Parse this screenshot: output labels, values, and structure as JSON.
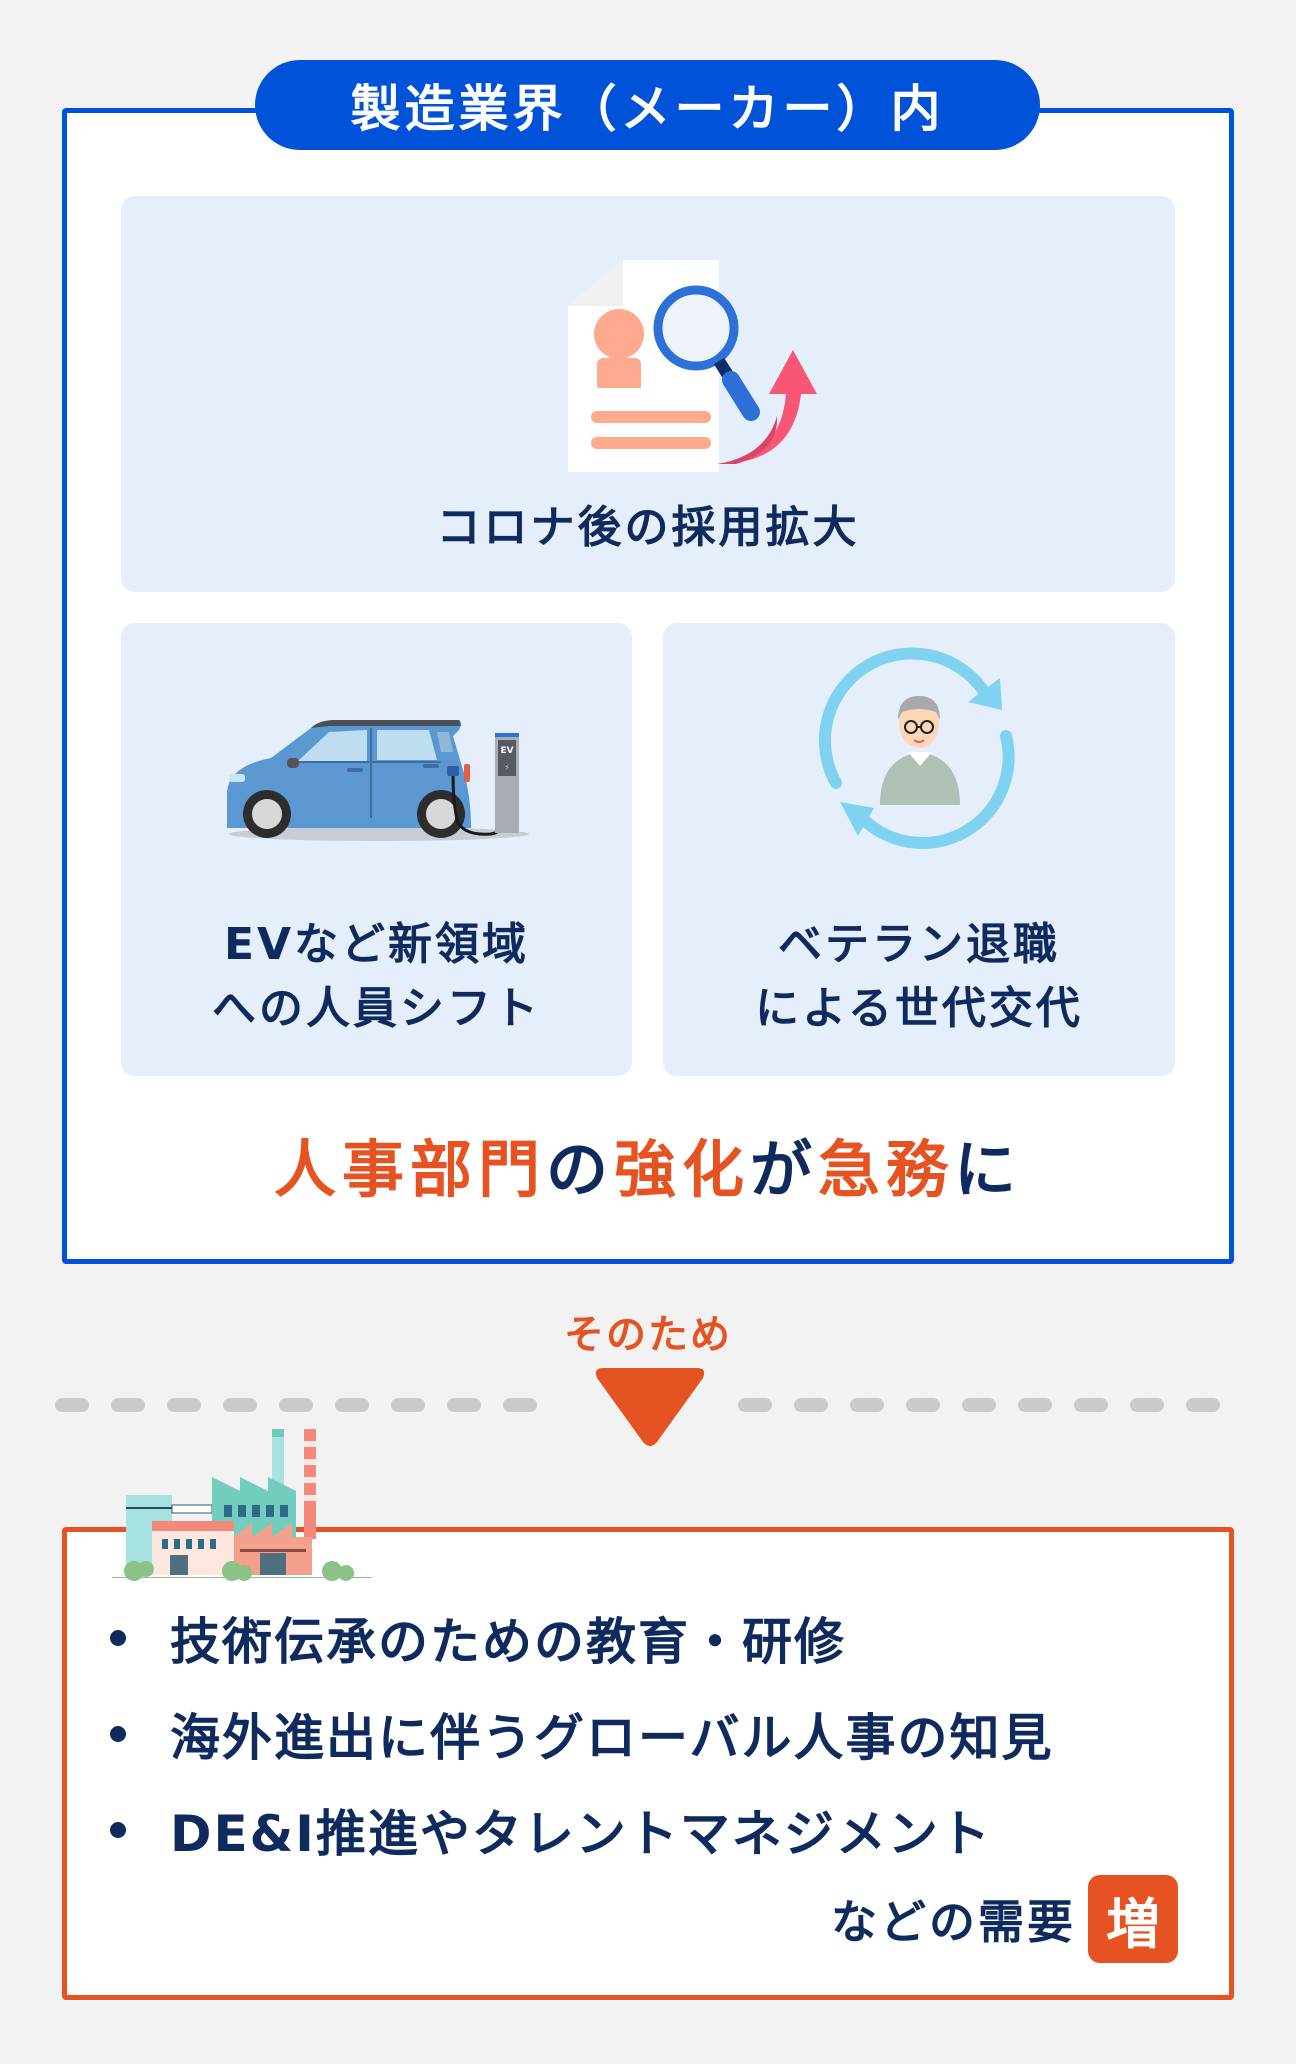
{
  "header": {
    "title": "製造業界（メーカー）内"
  },
  "cards": [
    {
      "label_lines": [
        "コロナ後の採用拡大"
      ],
      "icon": "resume-search-growth-icon"
    },
    {
      "label_lines": [
        "EVなど新領域",
        "への人員シフト"
      ],
      "icon": "ev-car-charging-icon"
    },
    {
      "label_lines": [
        "ベテラン退職",
        "による世代交代"
      ],
      "icon": "senior-worker-cycle-icon"
    }
  ],
  "conclusion": {
    "segments": [
      {
        "text": "人事部門",
        "color": "orange"
      },
      {
        "text": "の",
        "color": "navy"
      },
      {
        "text": "強化",
        "color": "orange"
      },
      {
        "text": "が",
        "color": "navy"
      },
      {
        "text": "急務",
        "color": "orange"
      },
      {
        "text": "に",
        "color": "navy"
      }
    ]
  },
  "transition": {
    "label": "そのため",
    "icon": "arrow-down-triangle-icon"
  },
  "results": {
    "icon": "factory-icon",
    "bullets": [
      "技術伝承のための教育・研修",
      "海外進出に伴うグローバル人事の知見",
      "DE&I推進やタレントマネジメント"
    ],
    "demand_text": "などの需要",
    "demand_badge": "増"
  },
  "colors": {
    "blue": "#0052D9",
    "orange": "#E65322",
    "navy": "#0F2A5C",
    "card_bg": "#E5EEFB",
    "page_bg": "#F2F2F2",
    "dash": "#CBCBCB"
  }
}
